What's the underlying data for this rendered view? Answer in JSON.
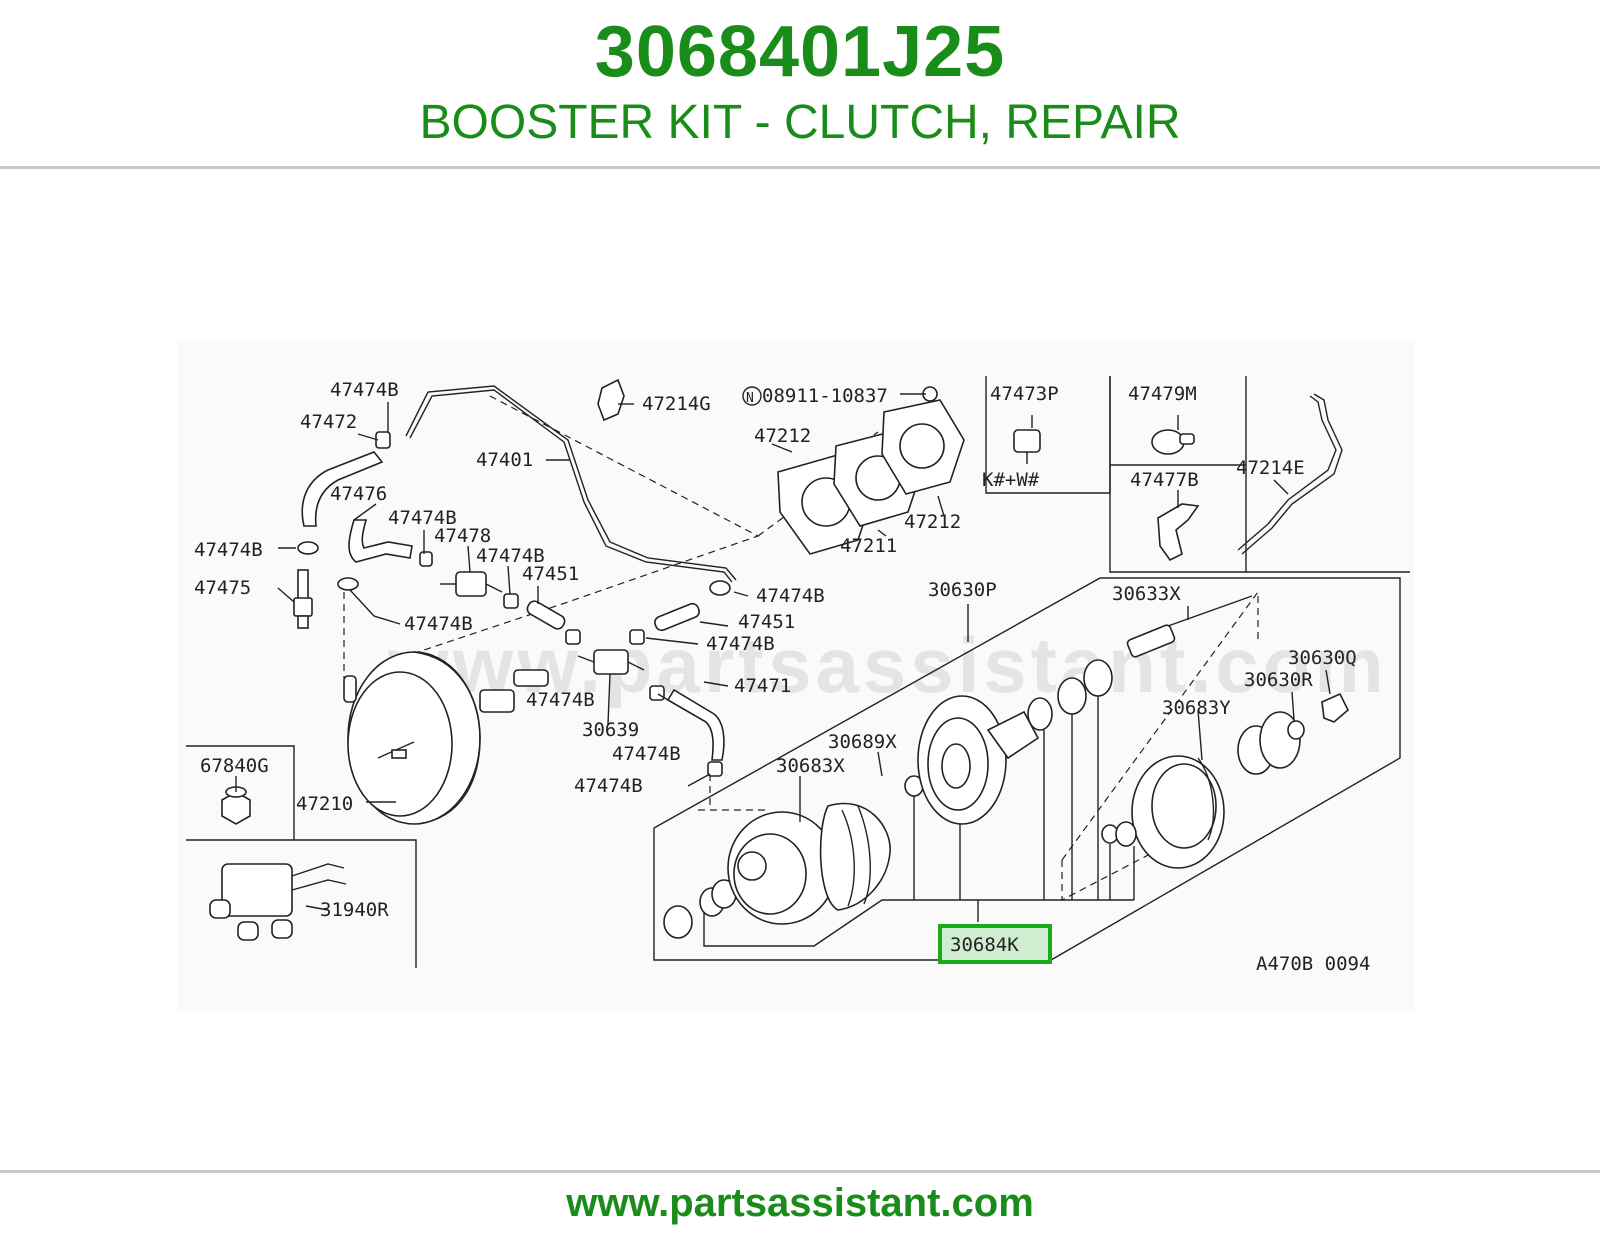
{
  "header": {
    "part_number": "3068401J25",
    "description": "BOOSTER KIT - CLUTCH, REPAIR"
  },
  "diagram": {
    "watermark": "www.partsassistant.com",
    "figure_code": "A470B 0094",
    "highlight_color": "#1aaa1a",
    "highlighted_label": "30684K",
    "labels": {
      "l47474b_a": "47474B",
      "l47472": "47472",
      "l47214g": "47214G",
      "l08911": "08911-10837",
      "l08911_prefix": "N",
      "l47401": "47401",
      "l47476": "47476",
      "l47212_a": "47212",
      "l47212_b": "47212",
      "l47211": "47211",
      "l47473p": "47473P",
      "l47479m": "47479M",
      "lkw": "K#+W#",
      "l47477b": "47477B",
      "l47214e": "47214E",
      "l47474b_b": "47474B",
      "l47478": "47478",
      "l47474b_c": "47474B",
      "l47474b_d": "47474B",
      "l47451_a": "47451",
      "l47475": "47475",
      "l47474b_e": "47474B",
      "l47474b_f": "47474B",
      "l47451_b": "47451",
      "l47474b_g": "47474B",
      "l30630p": "30630P",
      "l30633x": "30633X",
      "l30630q": "30630Q",
      "l30630r": "30630R",
      "l47474b_h": "47474B",
      "l47471": "47471",
      "l30639": "30639",
      "l47474b_i": "47474B",
      "l47474b_j": "47474B",
      "l30683y": "30683Y",
      "l30689x": "30689X",
      "l30683x": "30683X",
      "l67840g": "67840G",
      "l47210": "47210",
      "l31940r": "31940R"
    }
  },
  "footer": {
    "url": "www.partsassistant.com"
  }
}
